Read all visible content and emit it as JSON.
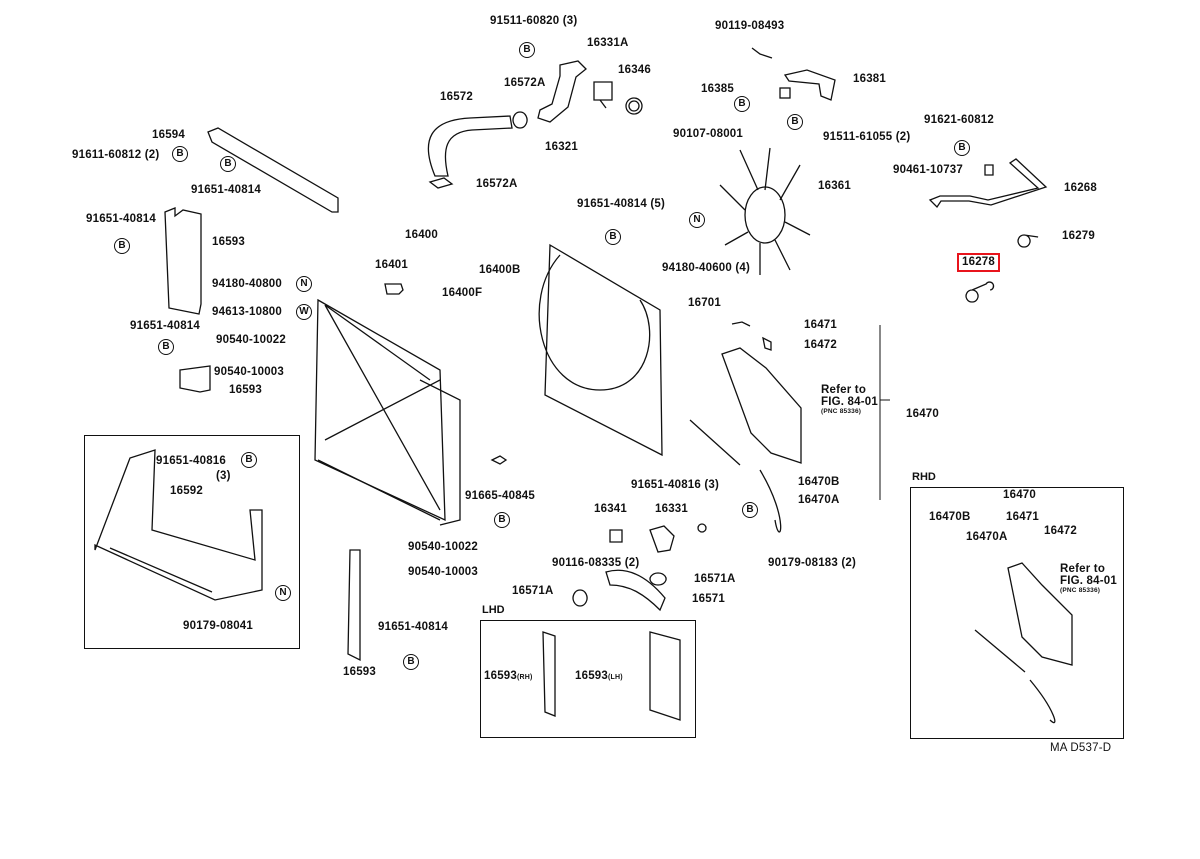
{
  "diagram": {
    "figure_code": "MA D537-D",
    "highlight_color": "#e8141c",
    "highlighted_part": "16278",
    "sections": {
      "lhd": "LHD",
      "rhd": "RHD"
    },
    "labels": [
      {
        "id": "l1",
        "text": "91511-60820 (3)"
      },
      {
        "id": "l2",
        "text": "16331A"
      },
      {
        "id": "l3",
        "text": "16346"
      },
      {
        "id": "l4",
        "text": "16572A"
      },
      {
        "id": "l5",
        "text": "16572"
      },
      {
        "id": "l6",
        "text": "16321"
      },
      {
        "id": "l7",
        "text": "16572A"
      },
      {
        "id": "l8",
        "text": "90119-08493"
      },
      {
        "id": "l9",
        "text": "16381"
      },
      {
        "id": "l10",
        "text": "16385"
      },
      {
        "id": "l11",
        "text": "90107-08001"
      },
      {
        "id": "l12",
        "text": "91511-61055 (2)"
      },
      {
        "id": "l13",
        "text": "16594"
      },
      {
        "id": "l14",
        "text": "91611-60812 (2)"
      },
      {
        "id": "l15",
        "text": "91651-40814"
      },
      {
        "id": "l16",
        "text": "91621-60812"
      },
      {
        "id": "l17",
        "text": "90461-10737"
      },
      {
        "id": "l18",
        "text": "16268"
      },
      {
        "id": "l19",
        "text": "16361"
      },
      {
        "id": "l20",
        "text": "91651-40814 (5)"
      },
      {
        "id": "l21",
        "text": "94180-40600 (4)"
      },
      {
        "id": "l22",
        "text": "16279"
      },
      {
        "id": "l23",
        "text": "16278"
      },
      {
        "id": "l24",
        "text": "91651-40814"
      },
      {
        "id": "l25",
        "text": "16593"
      },
      {
        "id": "l26",
        "text": "16400"
      },
      {
        "id": "l27",
        "text": "16401"
      },
      {
        "id": "l28",
        "text": "16400B"
      },
      {
        "id": "l29",
        "text": "16400F"
      },
      {
        "id": "l30",
        "text": "94180-40800"
      },
      {
        "id": "l31",
        "text": "94613-10800"
      },
      {
        "id": "l32",
        "text": "91651-40814"
      },
      {
        "id": "l33",
        "text": "90540-10022"
      },
      {
        "id": "l34",
        "text": "90540-10003"
      },
      {
        "id": "l35",
        "text": "16593"
      },
      {
        "id": "l36",
        "text": "16701"
      },
      {
        "id": "l37",
        "text": "16471"
      },
      {
        "id": "l38",
        "text": "16472"
      },
      {
        "id": "l39",
        "text": "16470"
      },
      {
        "id": "l40",
        "text": "16470B"
      },
      {
        "id": "l41",
        "text": "16470A"
      },
      {
        "id": "l42",
        "text": "91651-40816"
      },
      {
        "id": "l43",
        "text": "(3)"
      },
      {
        "id": "l44",
        "text": "16592"
      },
      {
        "id": "l45",
        "text": "90179-08041"
      },
      {
        "id": "l46",
        "text": "91665-40845"
      },
      {
        "id": "l47",
        "text": "90540-10022"
      },
      {
        "id": "l48",
        "text": "90540-10003"
      },
      {
        "id": "l49",
        "text": "91651-40814"
      },
      {
        "id": "l50",
        "text": "16593"
      },
      {
        "id": "l51",
        "text": "91651-40816 (3)"
      },
      {
        "id": "l52",
        "text": "16341"
      },
      {
        "id": "l53",
        "text": "16331"
      },
      {
        "id": "l54",
        "text": "90116-08335 (2)"
      },
      {
        "id": "l55",
        "text": "90179-08183 (2)"
      },
      {
        "id": "l56",
        "text": "16571A"
      },
      {
        "id": "l57",
        "text": "16571A"
      },
      {
        "id": "l58",
        "text": "16571"
      },
      {
        "id": "l59",
        "text": "16593"
      },
      {
        "id": "l60",
        "text": "16593"
      },
      {
        "id": "l61",
        "text": "16470"
      },
      {
        "id": "l62",
        "text": "16470B"
      },
      {
        "id": "l63",
        "text": "16471"
      },
      {
        "id": "l64",
        "text": "16470A"
      },
      {
        "id": "l65",
        "text": "16472"
      }
    ],
    "lhd_suffixes": {
      "rh": "(RH)",
      "lh": "(LH)"
    },
    "refer_note": {
      "line1": "Refer to",
      "line2": "FIG. 84-01",
      "line3": "(PNC 85336)"
    },
    "circle_symbols": {
      "bolt": "B",
      "nut": "N",
      "washer": "W"
    }
  }
}
